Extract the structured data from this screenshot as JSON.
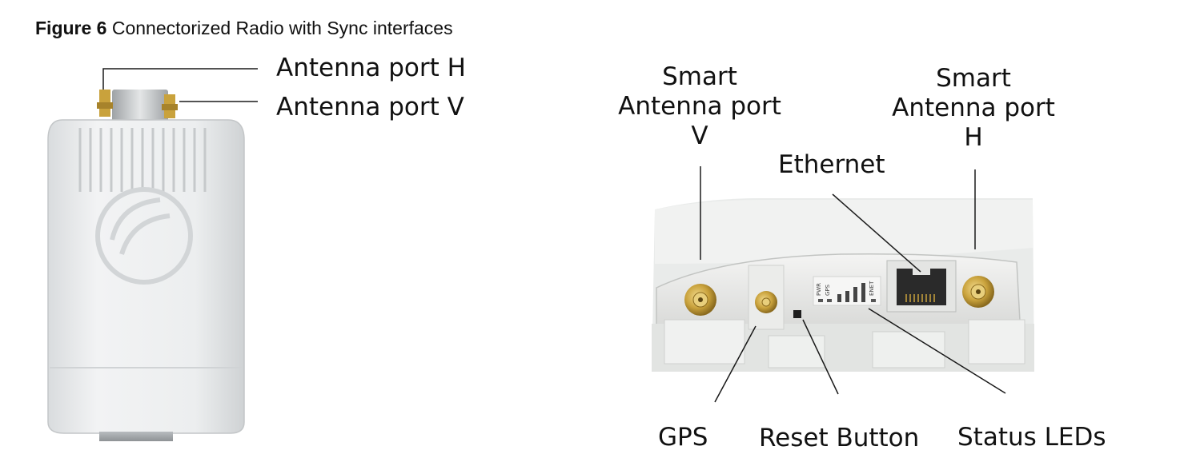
{
  "caption": {
    "figure_number": "Figure 6",
    "title": "Connectorized Radio with Sync interfaces"
  },
  "left_labels": {
    "antenna_h": "Antenna port H",
    "antenna_v": "Antenna port V"
  },
  "right_labels": {
    "smart_v": [
      "Smart",
      "Antenna port",
      "V"
    ],
    "smart_h": [
      "Smart",
      "Antenna port",
      "H"
    ],
    "ethernet": "Ethernet",
    "gps": "GPS",
    "reset": "Reset Button",
    "status_leds": "Status LEDs"
  },
  "panel_markings": {
    "pwr": "PWR",
    "gps": "GPS",
    "enet": "ENET"
  },
  "colors": {
    "housing": "#ecedee",
    "housing_shadow": "#cfd2d4",
    "connector_gold": "#c9a23c",
    "leader_line": "#1a1a1a"
  }
}
